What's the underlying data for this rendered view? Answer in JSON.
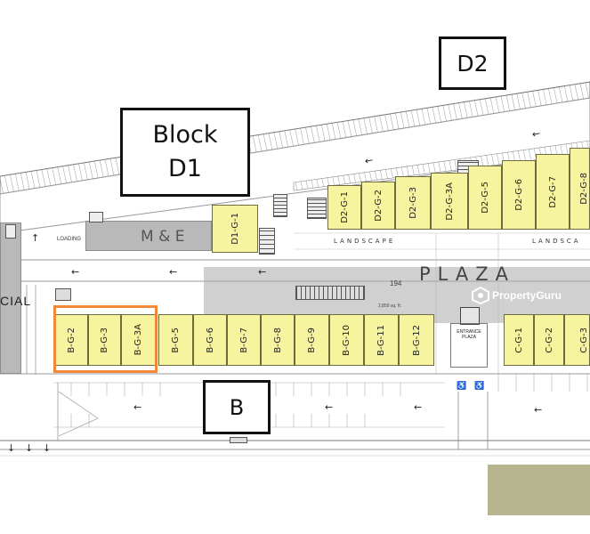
{
  "labels": {
    "block_d1_line1": "Block",
    "block_d1_line2": "D1",
    "d2": "D2",
    "b": "B",
    "m_and_e": "M & E",
    "plaza": "PLAZA",
    "landscape_left": "LANDSCAPE",
    "landscape_right": "LANDSCA",
    "loading": "LOADING",
    "commercial_partial": "CIAL",
    "entrance_plaza_line1": "ENTRANCE",
    "entrance_plaza_line2": "PLAZA",
    "plaza_area_line1": "194",
    "plaza_area_line2": "2,859 sq. ft.",
    "watermark": "PropertyGuru"
  },
  "units_d2": [
    "D1-G-1",
    "D2-G-1",
    "D2-G-2",
    "D2-G-3",
    "D2-G-3A",
    "D2-G-5",
    "D2-G-6",
    "D2-G-7",
    "D2-G-8"
  ],
  "units_b": [
    "B-G-2",
    "B-G-3",
    "B-G-3A",
    "B-G-5",
    "B-G-6",
    "B-G-7",
    "B-G-8",
    "B-G-9",
    "B-G-10",
    "B-G-11",
    "B-G-12"
  ],
  "units_c": [
    "C-G-1",
    "C-G-2",
    "C-G-3"
  ],
  "colors": {
    "unit_fill": "#f7f4a0",
    "highlight": "#f08a3a",
    "grey_block": "#b9b9b9",
    "watermark_band": "#bdbdbd",
    "olive_block": "#b7b58f"
  }
}
